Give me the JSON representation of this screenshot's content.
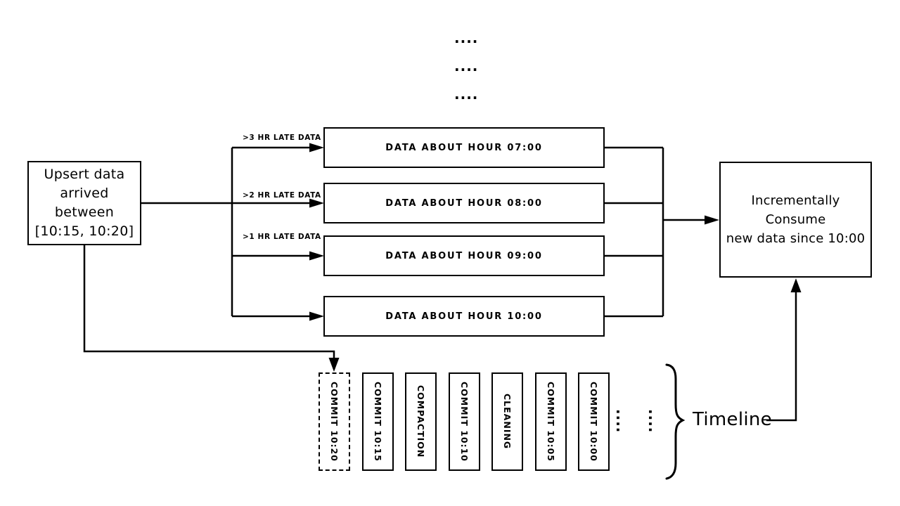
{
  "top_ellipsis": [
    "....",
    "....",
    "...."
  ],
  "upsert_box": {
    "lines": [
      "Upsert data",
      "arrived between",
      "[10:15, 10:20]"
    ]
  },
  "late_labels": [
    ">3 HR LATE DATA",
    ">2 HR LATE DATA",
    ">1 HR LATE DATA"
  ],
  "hour_boxes": [
    "DATA ABOUT HOUR 07:00",
    "DATA ABOUT HOUR 08:00",
    "DATA ABOUT HOUR 09:00",
    "DATA ABOUT HOUR 10:00"
  ],
  "consume_box": {
    "lines": [
      "Incrementally Consume",
      "new data since 10:00"
    ]
  },
  "timeline": {
    "label": "Timeline",
    "entries": [
      {
        "label": "COMMIT 10:20",
        "style": "dashed"
      },
      {
        "label": "COMMIT 10:15",
        "style": "solid"
      },
      {
        "label": "COMPACTION",
        "style": "solid"
      },
      {
        "label": "COMMIT 10:10",
        "style": "solid"
      },
      {
        "label": "CLEANING",
        "style": "solid"
      },
      {
        "label": "COMMIT 10:05",
        "style": "solid"
      },
      {
        "label": "COMMIT 10:00",
        "style": "solid"
      }
    ],
    "ellipsis": [
      "....",
      "...."
    ]
  },
  "colors": {
    "stroke": "#000000",
    "background": "#ffffff"
  }
}
